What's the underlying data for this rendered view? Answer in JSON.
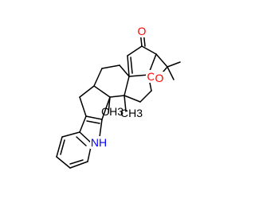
{
  "structure": {
    "atoms": {
      "ketone_o": "O",
      "ether_o_a": "O",
      "ether_o_b": "O",
      "nh": "NH"
    },
    "methyls": {
      "me1": "CH3",
      "me2": "CH3"
    }
  },
  "colors": {
    "bond": "#000000",
    "oxygen": "#ff0000",
    "nitrogen": "#0000ff",
    "background": "#ffffff"
  }
}
